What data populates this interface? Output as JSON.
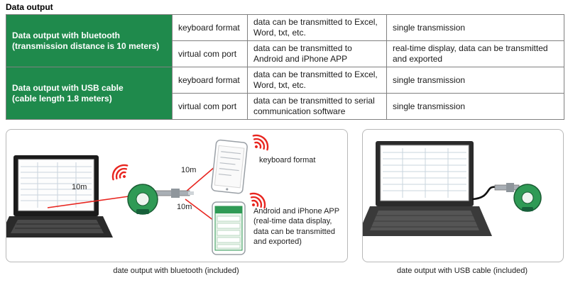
{
  "page": {
    "title": "Data output"
  },
  "table": {
    "groups": [
      {
        "label_line1": "Data output with bluetooth",
        "label_line2": "(transmission distance is 10 meters)",
        "rows": [
          {
            "format": "keyboard format",
            "description": "data can be transmitted to Excel, Word, txt, etc.",
            "mode": "single transmission"
          },
          {
            "format": "virtual com port",
            "description": "data can be transmitted to Android and iPhone APP",
            "mode": "real-time display, data can be transmitted and exported"
          }
        ]
      },
      {
        "label_line1": "Data output with USB cable",
        "label_line2": "(cable length 1.8 meters)",
        "rows": [
          {
            "format": "keyboard format",
            "description": "data can be transmitted to Excel, Word, txt, etc.",
            "mode": "single transmission"
          },
          {
            "format": "virtual com port",
            "description": "data can be transmitted to serial communication software",
            "mode": "single transmission"
          }
        ]
      }
    ]
  },
  "figures": {
    "bluetooth": {
      "caption": "date output with bluetooth (included)",
      "distance_left": "10m",
      "distance_top": "10m",
      "distance_bottom": "10m",
      "phone_top_label": "keyboard format",
      "phone_bottom_label": "Android and iPhone APP (real-time data display, data can be transmitted and exported)"
    },
    "usb": {
      "caption": "date output with USB cable (included)"
    }
  },
  "colors": {
    "header_green": "#1f8a4c",
    "device_green": "#2f9a55",
    "signal_red": "#e8251f",
    "table_border": "#808080"
  }
}
